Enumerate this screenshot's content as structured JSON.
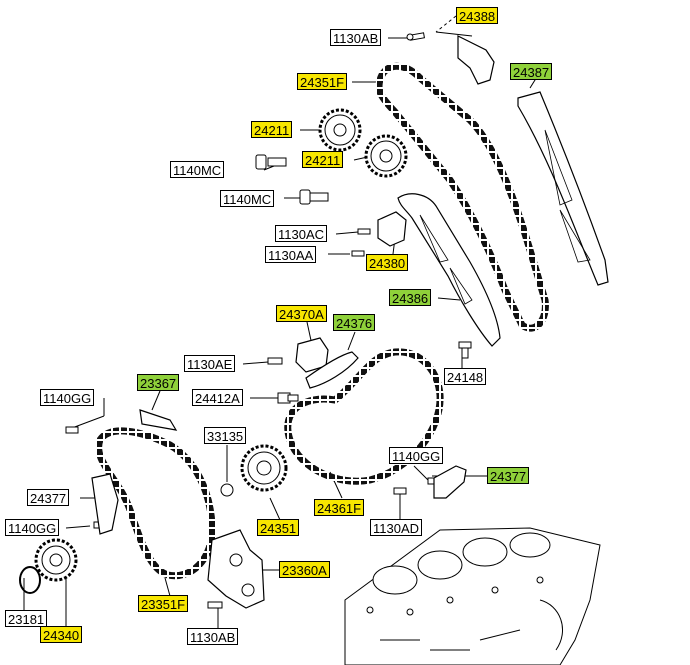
{
  "colors": {
    "yellow_label": "#f7e600",
    "green_label": "#8fd13a",
    "white_label": "#ffffff",
    "line": "#000000"
  },
  "labels": [
    {
      "id": "24388",
      "text": "24388",
      "style": "yellow"
    },
    {
      "id": "1130AB-top",
      "text": "1130AB",
      "style": "white"
    },
    {
      "id": "24387",
      "text": "24387",
      "style": "green"
    },
    {
      "id": "24351F",
      "text": "24351F",
      "style": "yellow"
    },
    {
      "id": "24211-a",
      "text": "24211",
      "style": "yellow"
    },
    {
      "id": "1140MC-a",
      "text": "1140MC",
      "style": "white"
    },
    {
      "id": "24211-b",
      "text": "24211",
      "style": "yellow"
    },
    {
      "id": "1140MC-b",
      "text": "1140MC",
      "style": "white"
    },
    {
      "id": "1130AC",
      "text": "1130AC",
      "style": "white"
    },
    {
      "id": "1130AA",
      "text": "1130AA",
      "style": "white"
    },
    {
      "id": "24380",
      "text": "24380",
      "style": "yellow"
    },
    {
      "id": "24386",
      "text": "24386",
      "style": "green"
    },
    {
      "id": "24370A",
      "text": "24370A",
      "style": "yellow"
    },
    {
      "id": "24376",
      "text": "24376",
      "style": "green"
    },
    {
      "id": "1130AE",
      "text": "1130AE",
      "style": "white"
    },
    {
      "id": "24148",
      "text": "24148",
      "style": "white"
    },
    {
      "id": "1140GG-left",
      "text": "1140GG",
      "style": "white"
    },
    {
      "id": "23367",
      "text": "23367",
      "style": "green"
    },
    {
      "id": "24412A",
      "text": "24412A",
      "style": "white"
    },
    {
      "id": "33135",
      "text": "33135",
      "style": "white"
    },
    {
      "id": "1140GG-right",
      "text": "1140GG",
      "style": "white"
    },
    {
      "id": "24377-right",
      "text": "24377",
      "style": "green"
    },
    {
      "id": "24377-left",
      "text": "24377",
      "style": "white"
    },
    {
      "id": "24361F",
      "text": "24361F",
      "style": "yellow"
    },
    {
      "id": "1140GG-low",
      "text": "1140GG",
      "style": "white"
    },
    {
      "id": "24351",
      "text": "24351",
      "style": "yellow"
    },
    {
      "id": "1130AD",
      "text": "1130AD",
      "style": "white"
    },
    {
      "id": "23360A",
      "text": "23360A",
      "style": "yellow"
    },
    {
      "id": "23181",
      "text": "23181",
      "style": "white"
    },
    {
      "id": "23351F",
      "text": "23351F",
      "style": "yellow"
    },
    {
      "id": "24340",
      "text": "24340",
      "style": "yellow"
    },
    {
      "id": "1130AB-bottom",
      "text": "1130AB",
      "style": "white"
    }
  ]
}
